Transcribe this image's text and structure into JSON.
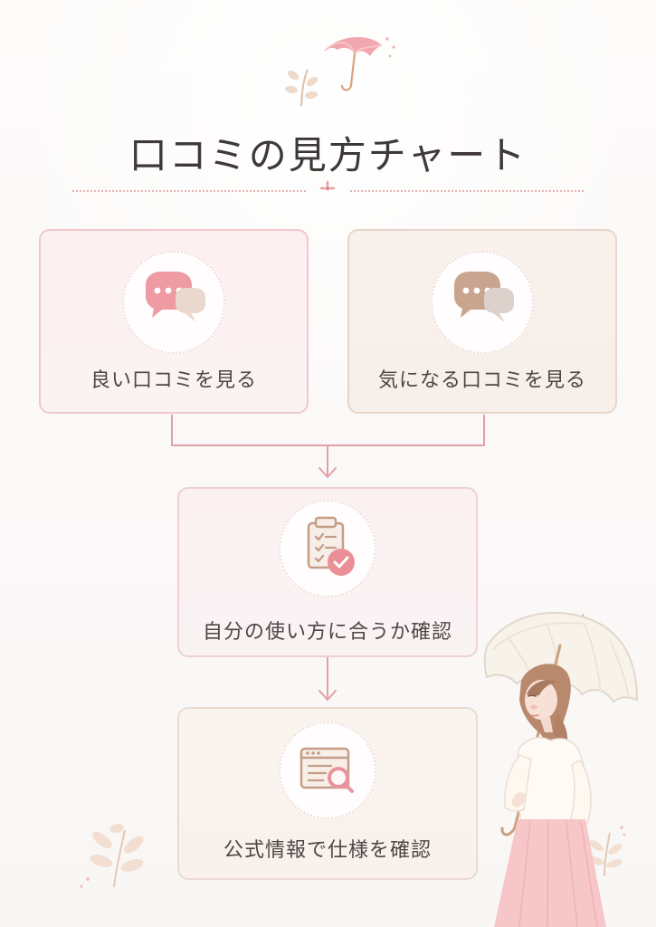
{
  "title": "口コミの見方チャート",
  "flow": {
    "good_reviews": "良い口コミを見る",
    "concern_reviews": "気になる口コミを見る",
    "fit_check": "自分の使い方に合うか確認",
    "official_check": "公式情報で仕様を確認"
  },
  "icons": {
    "good_reviews": "chat-bubbles-icon",
    "concern_reviews": "chat-bubbles-icon",
    "fit_check": "clipboard-check-icon",
    "official_check": "browser-search-icon"
  },
  "colors": {
    "title": "#3e3838",
    "pink": "#e7a0a4",
    "pink_border": "#efc8cd",
    "beige": "#c9a58f",
    "connector": "#e59ea5"
  }
}
